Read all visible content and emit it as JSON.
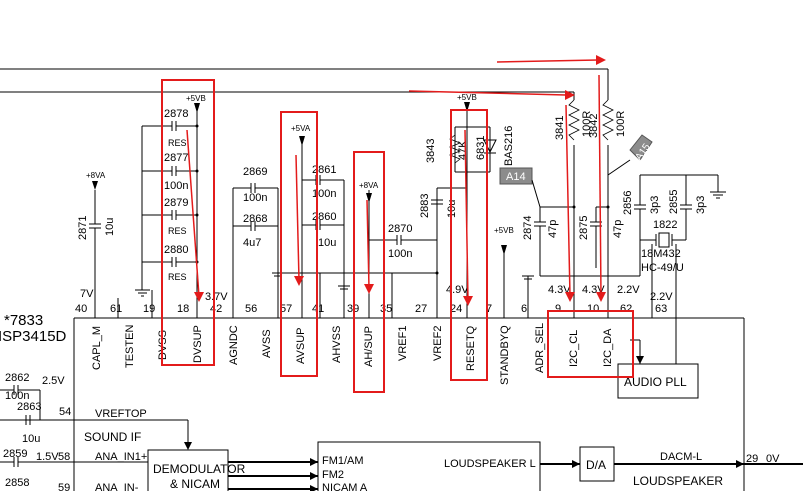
{
  "ic": {
    "ref": "*7833",
    "part": "ISP3415D",
    "pins": [
      {
        "num": "40",
        "name": "CAPL_M",
        "voltage": "7V"
      },
      {
        "num": "61",
        "name": "TESTEN",
        "voltage": ""
      },
      {
        "num": "19",
        "name": "DVSS",
        "voltage": ""
      },
      {
        "num": "18",
        "name": "DVSUP",
        "voltage": "3.7V"
      },
      {
        "num": "42",
        "name": "AGNDC",
        "voltage": ""
      },
      {
        "num": "56",
        "name": "AVSS",
        "voltage": ""
      },
      {
        "num": "57",
        "name": "AVSUP",
        "voltage": ""
      },
      {
        "num": "41",
        "name": "AHVSS",
        "voltage": ""
      },
      {
        "num": "39",
        "name": "AH/SUP",
        "voltage": ""
      },
      {
        "num": "35",
        "name": "VREF1",
        "voltage": ""
      },
      {
        "num": "27",
        "name": "VREF2",
        "voltage": ""
      },
      {
        "num": "24",
        "name": "RESETQ",
        "voltage": "4.9V"
      },
      {
        "num": "7",
        "name": "STANDBYQ",
        "voltage": ""
      },
      {
        "num": "6",
        "name": "ADR_SEL",
        "voltage": ""
      },
      {
        "num": "9",
        "name": "I2C_CL",
        "voltage": "4.3V"
      },
      {
        "num": "10",
        "name": "I2C_DA",
        "voltage": "4.3V"
      },
      {
        "num": "62",
        "name": "",
        "voltage": "2.2V"
      },
      {
        "num": "63",
        "name": "",
        "voltage": "2.2V"
      }
    ]
  },
  "caps_left": [
    {
      "ref": "2878",
      "value": "RES"
    },
    {
      "ref": "2877",
      "value": "100n"
    },
    {
      "ref": "2879",
      "value": "RES"
    },
    {
      "ref": "2880",
      "value": "RES"
    }
  ],
  "components": {
    "c2871": {
      "ref": "2871",
      "value": "10u"
    },
    "c2869": {
      "ref": "2869",
      "value": "100n"
    },
    "c2868": {
      "ref": "2868",
      "value": "4u7"
    },
    "c2861": {
      "ref": "2861",
      "value": "100n"
    },
    "c2860": {
      "ref": "2860",
      "value": "10u"
    },
    "c2870": {
      "ref": "2870",
      "value": "100n"
    },
    "c2883": {
      "ref": "2883",
      "value": "10u"
    },
    "r3843": {
      "ref": "3843",
      "value": "47K"
    },
    "c6831": {
      "ref": "6831",
      "value": "BAS216"
    },
    "c2874": {
      "ref": "2874",
      "value": "47p"
    },
    "c2875": {
      "ref": "2875",
      "value": "47p"
    },
    "r3841": {
      "ref": "3841",
      "value": "100R"
    },
    "r3842": {
      "ref": "3842",
      "value": "100R"
    },
    "c2856": {
      "ref": "2856",
      "value": "3p3"
    },
    "c2855": {
      "ref": "2855",
      "value": "3p3"
    },
    "x1822": {
      "ref": "1822",
      "value": "18M432",
      "package": "HC-49/U"
    },
    "c2862": {
      "ref": "2862",
      "value": "100n"
    },
    "c2863": {
      "ref": "2863",
      "value": "10u"
    },
    "c2859": {
      "ref": "2859",
      "value": ""
    },
    "c2858": {
      "ref": "2858",
      "value": ""
    }
  },
  "rails": {
    "vb1": "+5VB",
    "vb2": "+5VB",
    "vb3": "+5VB",
    "va1": "+5VA",
    "va2": "+8VA",
    "va3": "+8VA"
  },
  "tags": {
    "a14": "A14",
    "a15": "A15"
  },
  "blocks": {
    "audio_pll": "AUDIO PLL",
    "sound_if": "SOUND IF",
    "demod_line1": "DEMODULATOR",
    "demod_line2": "& NICAM",
    "da": "D/A",
    "loudspeaker": "LOUDSPEAKER",
    "fm1": "FM1/AM",
    "fm2": "FM2",
    "nicam_a": "NICAM A",
    "ls_l": "LOUDSPEAKER L",
    "dacm_l": "DACM-L",
    "vreftop": "VREFTOP",
    "ana_in1": "ANA_IN1+",
    "ana_in2": "ANA_IN-"
  },
  "left_pins": {
    "p54": "54",
    "p58": "58",
    "p59": "59",
    "v25": "2.5V",
    "v15": "1.5V"
  },
  "right_out": {
    "pin": "29",
    "voltage": "0V"
  }
}
